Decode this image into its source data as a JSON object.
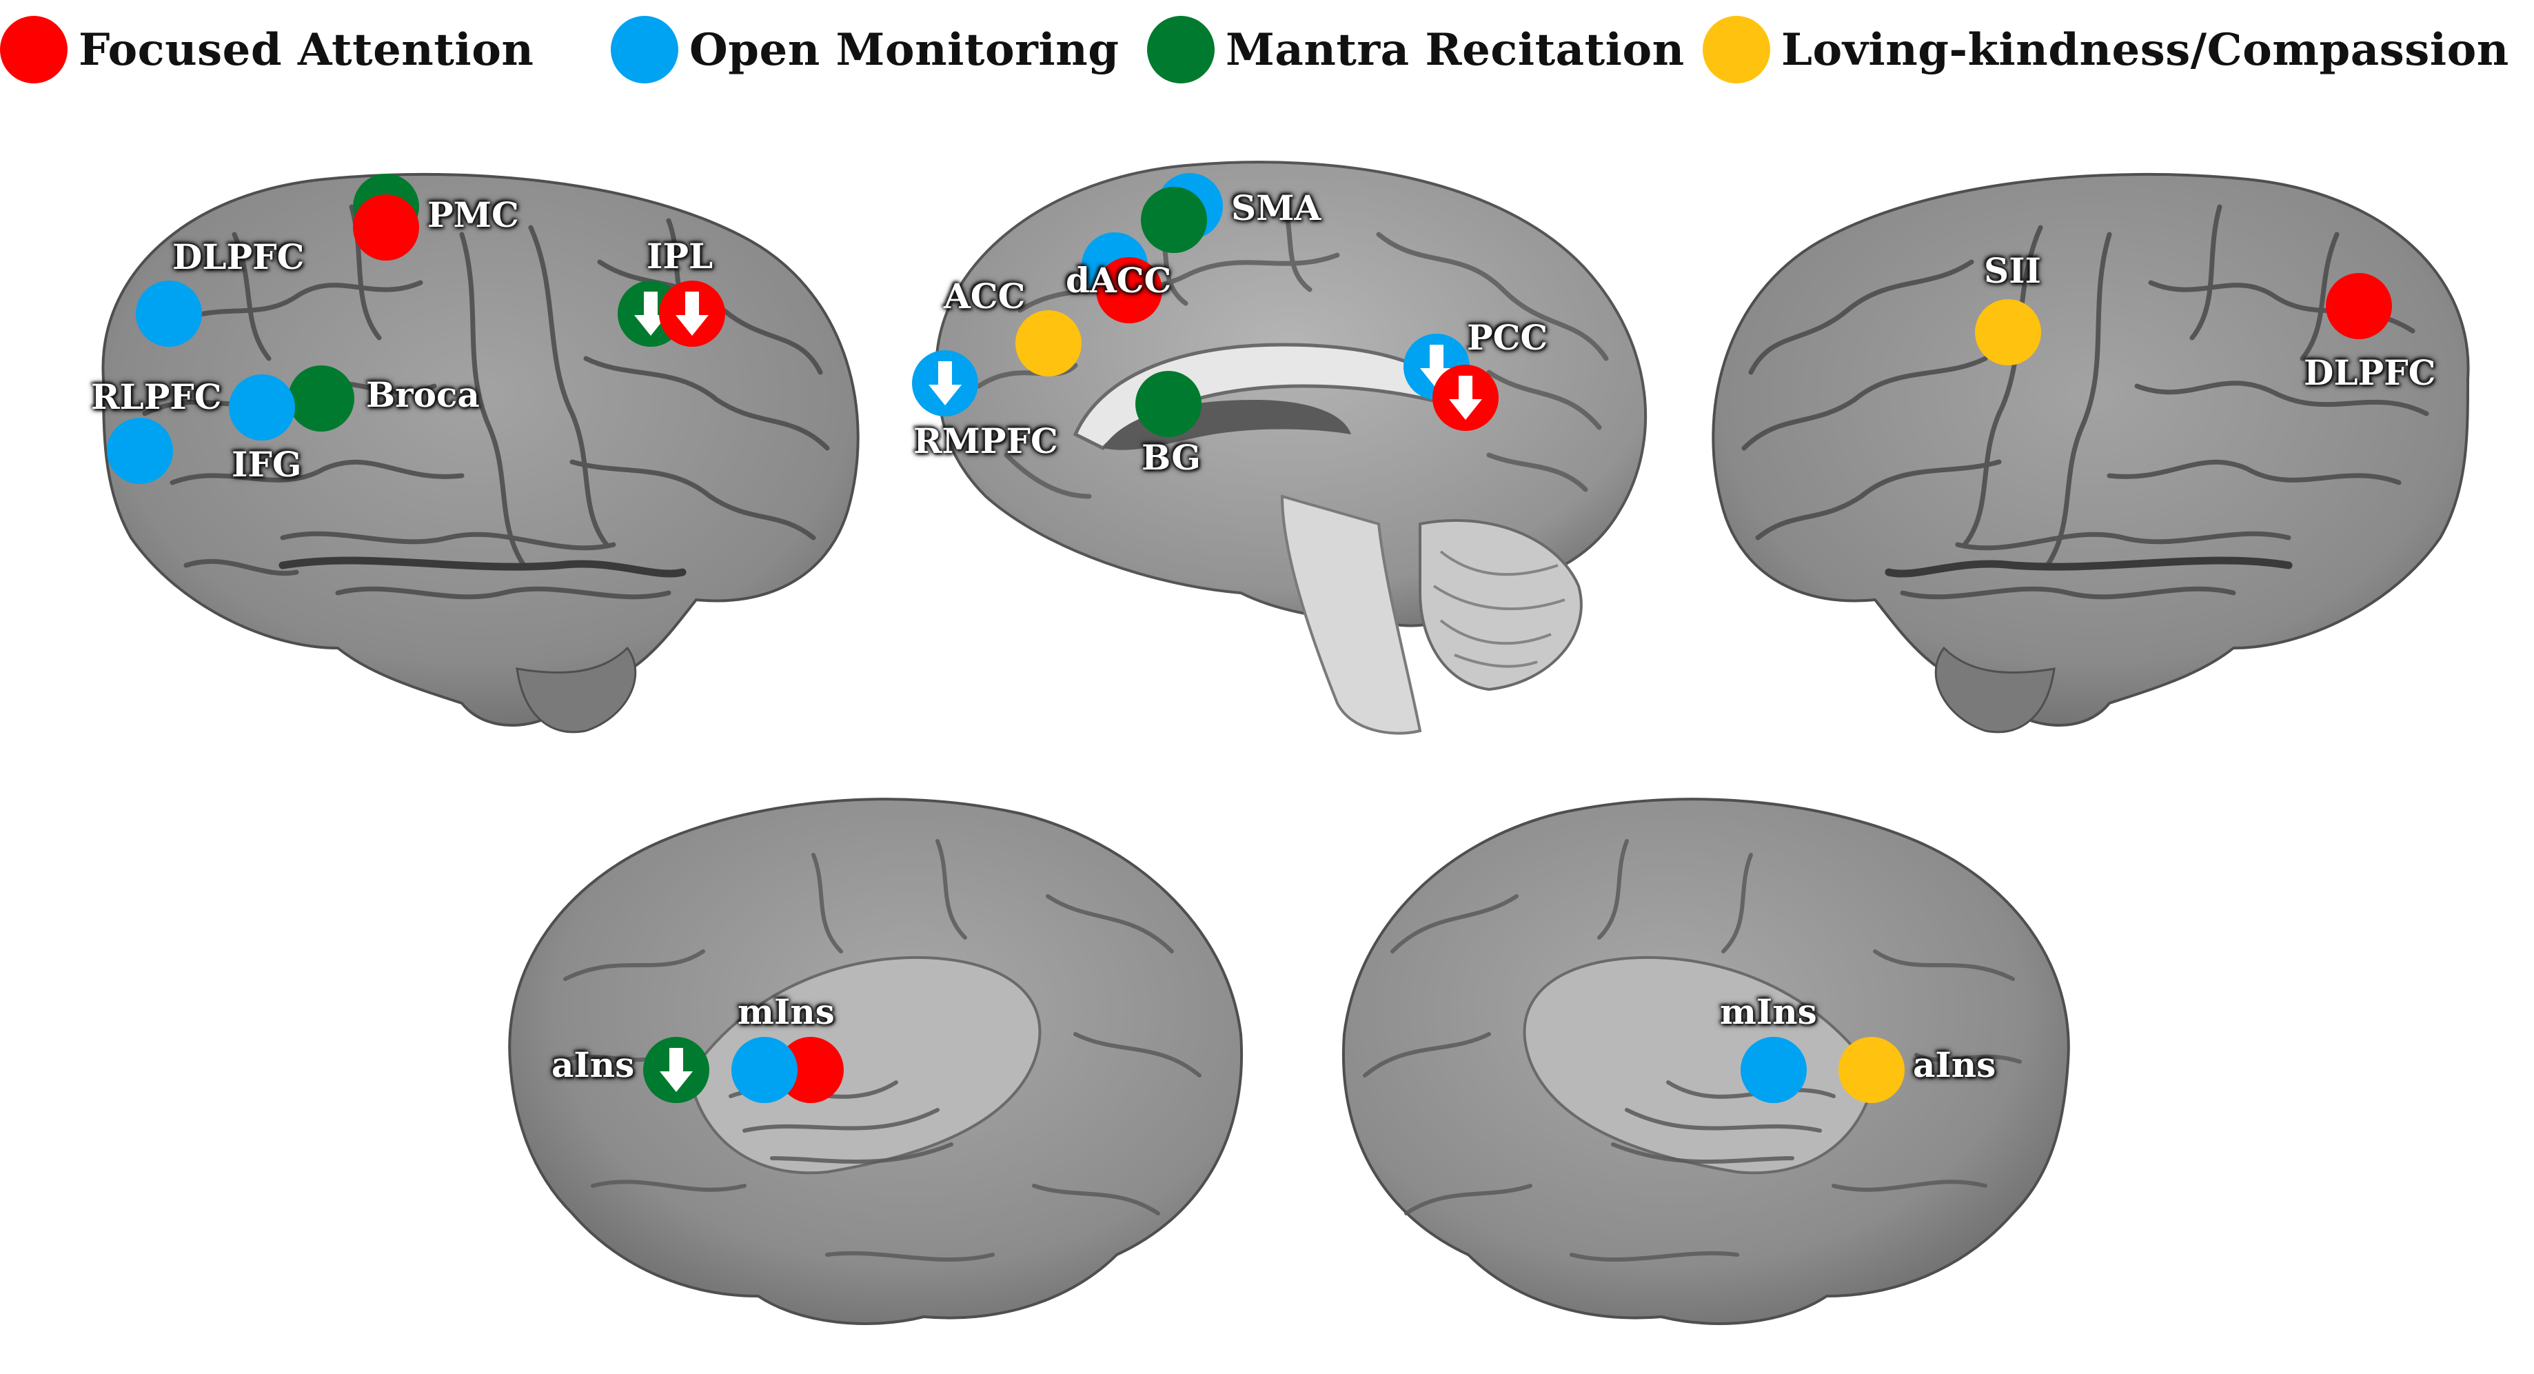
{
  "legend": [
    {
      "label": "Focused Attention",
      "color": "#ff0000"
    },
    {
      "label": "Open Monitoring",
      "color": "#00a2f2"
    },
    {
      "label": "Mantra Recitation",
      "color": "#007a2e"
    },
    {
      "label": "Loving-kindness/Compassion",
      "color": "#ffc20e"
    }
  ],
  "colors": {
    "focused": "#ff0000",
    "open": "#00a2f2",
    "mantra": "#007a2e",
    "loving": "#ffc20e",
    "brain": "#8f8f8f",
    "brain_dark": "#5c5c5c",
    "brain_light": "#bdbdbd"
  },
  "regions": {
    "left_lateral": {
      "pmc": "PMC",
      "dlpfc": "DLPFC",
      "ipl": "IPL",
      "rlpfc": "RLPFC",
      "broca": "Broca",
      "ifg": "IFG"
    },
    "medial": {
      "sma": "SMA",
      "dacc": "dACC",
      "acc": "ACC",
      "pcc": "PCC",
      "rmpfc": "RMPFC",
      "bg": "BG"
    },
    "right_lateral": {
      "sii": "SII",
      "dlpfc": "DLPFC"
    },
    "left_insula": {
      "mins": "mIns",
      "ains": "aIns"
    },
    "right_insula": {
      "mins": "mIns",
      "ains": "aIns"
    }
  },
  "icons": {
    "down_arrow": "down-arrow-icon"
  }
}
